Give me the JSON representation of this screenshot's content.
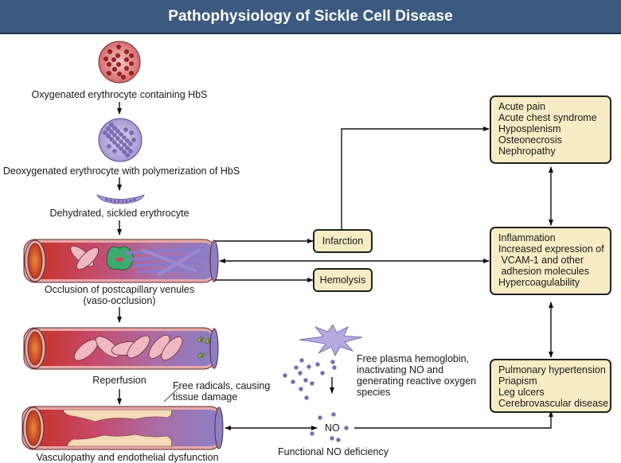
{
  "title": "Pathophysiology of Sickle Cell Disease",
  "stages": {
    "oxygenated": "Oxygenated erythrocyte containing HbS",
    "deoxygenated": "Deoxygenated erythrocyte with polymerization of HbS",
    "sickled": "Dehydrated, sickled erythrocyte",
    "occlusion_line1": "Occlusion of postcapillary venules",
    "occlusion_line2": "(vaso-occlusion)",
    "reperfusion": "Reperfusion",
    "free_radicals_line1": "Free radicals, causing",
    "free_radicals_line2": "tissue damage",
    "vasculopathy": "Vasculopathy and endothelial dysfunction"
  },
  "small_boxes": {
    "infarction": "Infarction",
    "hemolysis": "Hemolysis"
  },
  "hemoglobin": {
    "line1": "Free plasma hemoglobin,",
    "line2": "inactivating NO and",
    "line3": "generating reactive oxygen",
    "line4": "species",
    "no_label": "NO",
    "no_deficiency": "Functional NO deficiency"
  },
  "outcome_boxes": {
    "acute": [
      "Acute pain",
      "Acute chest syndrome",
      "Hyposplenism",
      "Osteonecrosis",
      "Nephropathy"
    ],
    "inflammation": [
      "Inflammation",
      "Increased expression of",
      " VCAM-1 and other",
      " adhesion molecules",
      "Hypercoagulability"
    ],
    "chronic": [
      "Pulmonary hypertension",
      "Priapism",
      "Leg ulcers",
      "Cerebrovascular disease"
    ]
  },
  "colors": {
    "header": "#3b5a80",
    "box_fill": "#f8ecc4",
    "oxy_cell": "#d9777a",
    "deoxy_cell": "#a99ad4",
    "vessel_red": "#c0392b",
    "vessel_purple": "#8a7fc0"
  }
}
